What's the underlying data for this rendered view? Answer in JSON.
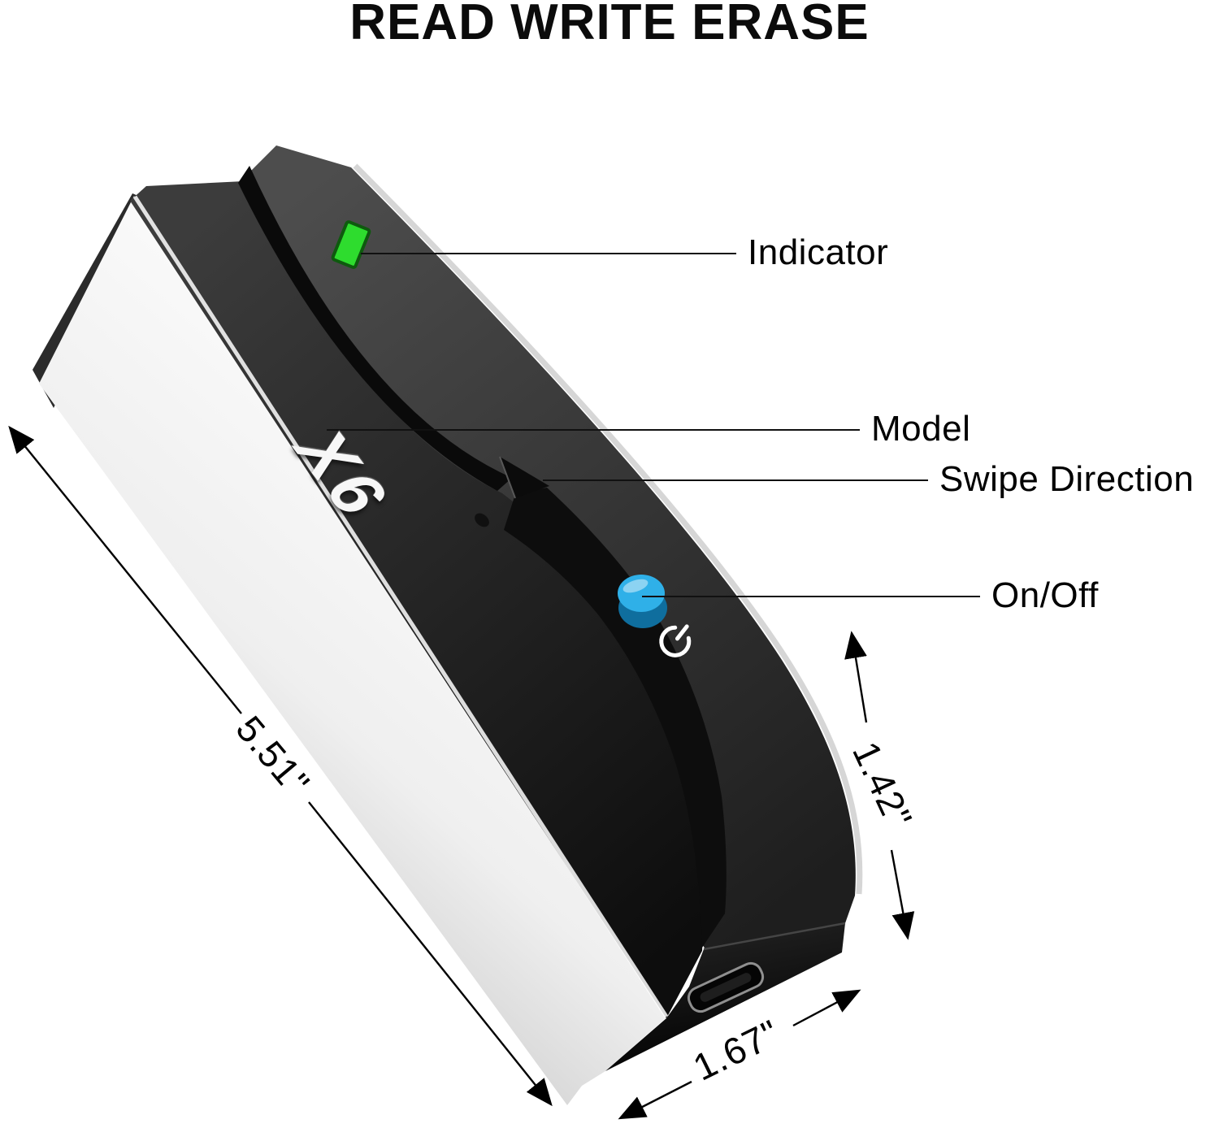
{
  "title": "READ WRITE ERASE",
  "device": {
    "model": "X6",
    "led_color": "#2edc2e",
    "button_color": "#2fb0e8"
  },
  "callouts": {
    "indicator": "Indicator",
    "model": "Model",
    "swipe_direction": "Swipe Direction",
    "power": "On/Off"
  },
  "dimensions": {
    "length": "5.51\"",
    "height": "1.42\"",
    "width": "1.67\""
  }
}
